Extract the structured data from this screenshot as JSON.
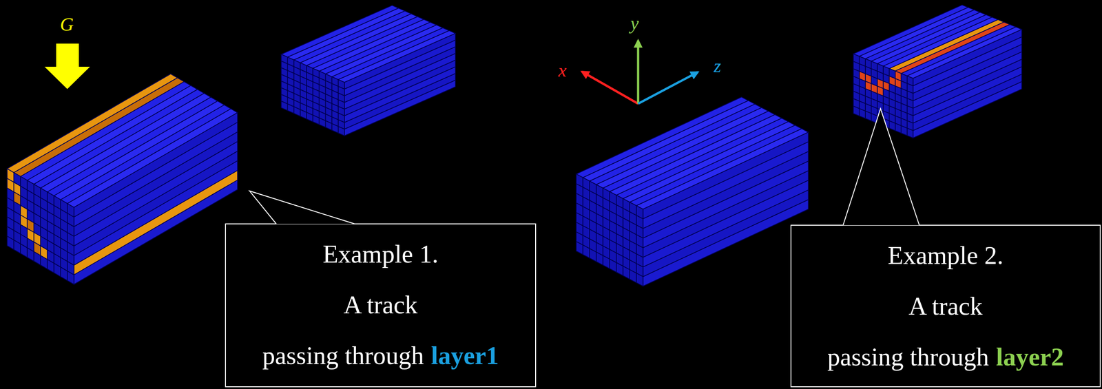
{
  "diagram": {
    "nodes": [
      {
        "text": [
          "Example 1.",
          "A track",
          "passing through",
          "layer1"
        ]
      },
      {
        "text": [
          "Example 2.",
          "A track",
          "passing through",
          "layer2"
        ]
      }
    ],
    "labels": [
      "G",
      "x",
      "y",
      "z"
    ]
  }
}
